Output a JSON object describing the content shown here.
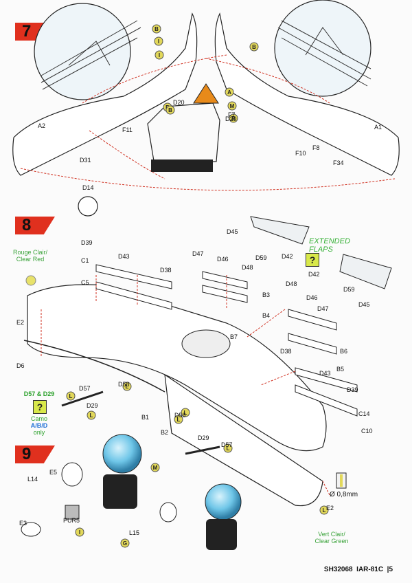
{
  "steps": [
    {
      "num": "7"
    },
    {
      "num": "8"
    },
    {
      "num": "9"
    }
  ],
  "step7": {
    "parts": [
      "A2",
      "F11",
      "D31",
      "D20",
      "F7",
      "D20",
      "A1",
      "F8",
      "F10",
      "F34",
      "D14"
    ],
    "paint_codes": [
      "B",
      "I",
      "I",
      "B",
      "B",
      "A",
      "M",
      "B",
      "B"
    ]
  },
  "step8": {
    "parts": [
      "D39",
      "C1",
      "D43",
      "D38",
      "C5",
      "E2",
      "D6",
      "D57",
      "D58",
      "D29",
      "B1",
      "D58",
      "D47",
      "D46",
      "D48",
      "D59",
      "D42",
      "D45",
      "B3",
      "B4",
      "B7",
      "D48",
      "D46",
      "D47",
      "D59",
      "D45",
      "D42",
      "B6",
      "D38",
      "B5",
      "D43",
      "D39",
      "C14",
      "C10",
      "B2",
      "D29",
      "D57"
    ],
    "extended_flaps": "EXTENDED\nFLAPS",
    "rouge_clair": "Rouge Clair/\nClear Red",
    "d57_d29": "D57 & D29",
    "camo_line1": "Camo",
    "camo_line2": "A/B/D",
    "camo_line3": "only",
    "paint_codes": [
      "L",
      "L",
      "L",
      "L",
      "L",
      "L"
    ]
  },
  "step9": {
    "parts": [
      "L14",
      "E5",
      "E3",
      "PUR5",
      "L15",
      "E2"
    ],
    "paint_codes": [
      "M",
      "I",
      "G",
      "L"
    ],
    "vert_clair": "Vert Clair/\nClear Green",
    "diameter": "Ø 0,8mm"
  },
  "footer": {
    "code": "SH32068",
    "model": "IAR-81C",
    "page": "5"
  },
  "colors": {
    "step_red": "#e0301e",
    "paint_yellow": "#e2d85a",
    "clear_red": "#e8e26a",
    "green_note": "#3aa33a",
    "canopy_blue": "#6fc6e8",
    "orange_part": "#e88a1a"
  }
}
